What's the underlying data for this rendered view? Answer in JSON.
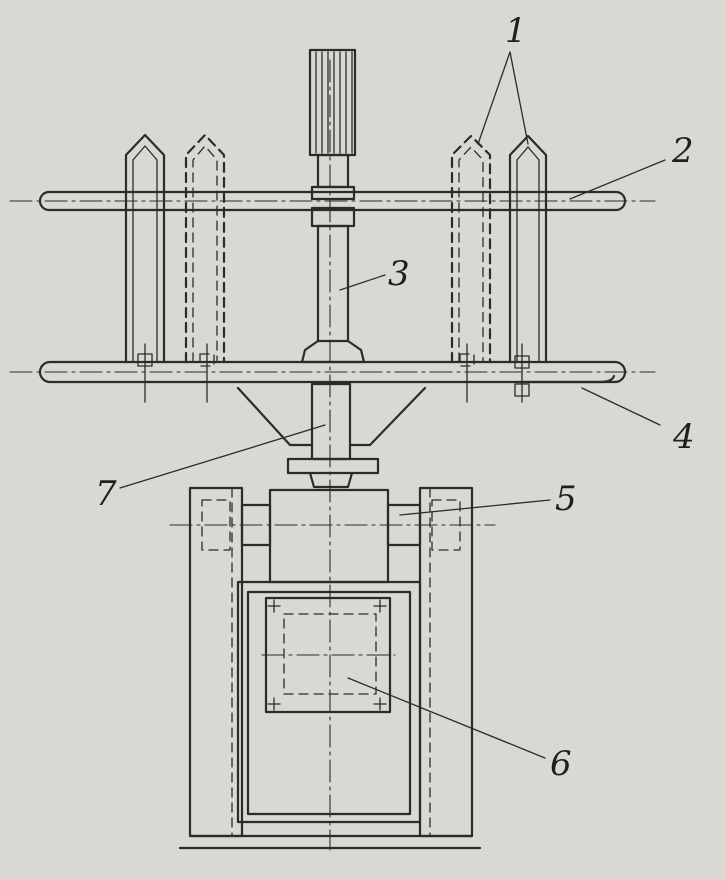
{
  "labels": {
    "l1": "1",
    "l2": "2",
    "l3": "3",
    "l4": "4",
    "l5": "5",
    "l6": "6",
    "l7": "7"
  },
  "colors": {
    "paper": "#d9d8d3",
    "ink": "#2b2b2b"
  }
}
